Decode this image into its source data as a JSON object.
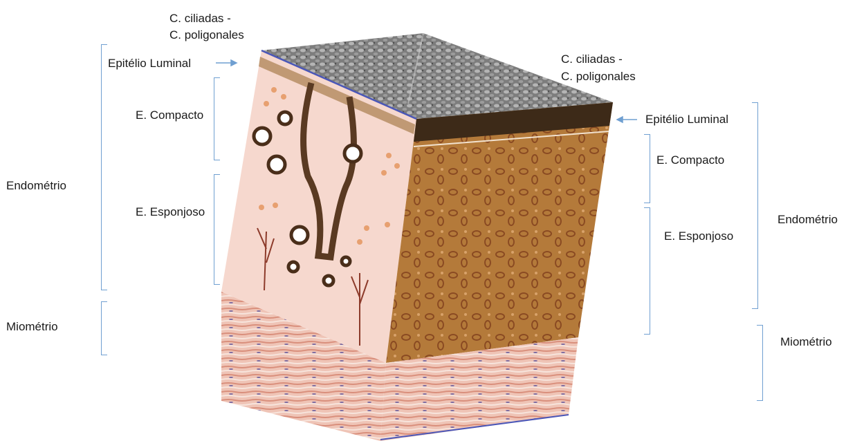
{
  "left": {
    "cells": "C. ciliadas -",
    "cells2": "C. poligonales",
    "epithelium": "Epitélio Luminal",
    "compact": "E. Compacto",
    "spongy": "E. Esponjoso",
    "endometrium": "Endométrio",
    "myometrium": "Miométrio"
  },
  "right": {
    "cells": "C. ciliadas -",
    "cells2": "C. poligonales",
    "epithelium": "Epitélio Luminal",
    "compact": "E. Compacto",
    "spongy": "E. Esponjoso",
    "endometrium": "Endométrio",
    "myometrium": "Miométrio"
  },
  "colors": {
    "bracket": "#6f9fd1",
    "left_face": "#f4d6cc",
    "right_face": "#b87a34",
    "top_face": "#8a8a8a",
    "muscle": "#e9b7a8"
  }
}
